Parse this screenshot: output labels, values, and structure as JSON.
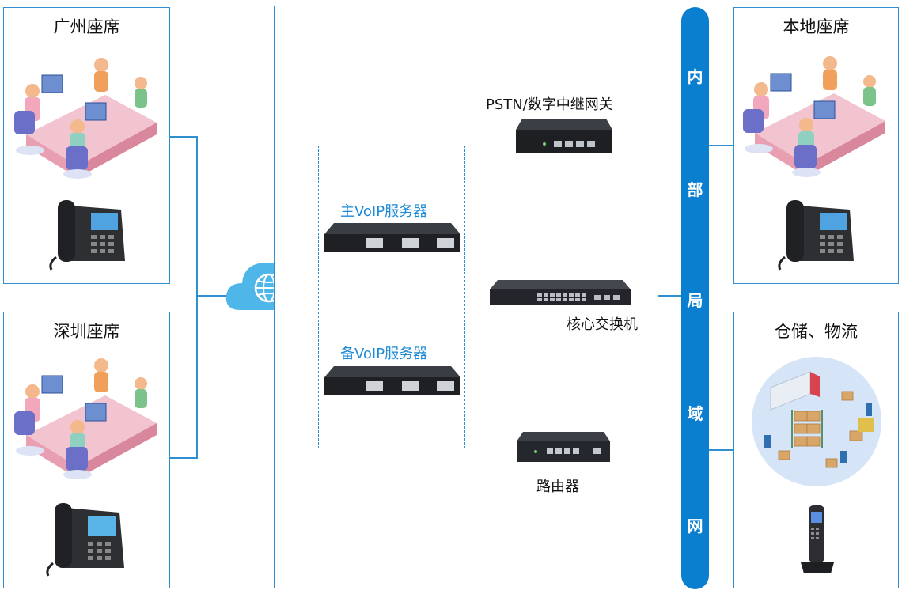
{
  "panels": {
    "guangzhou": "广州座席",
    "shenzhen": "深圳座席",
    "local": "本地座席",
    "logistics": "仓储、物流"
  },
  "devices": {
    "pstn_gateway": "PSTN/数字中继网关",
    "main_server": "主VoIP服务器",
    "backup_server": "备VoIP服务器",
    "core_switch": "核心交换机",
    "router": "路由器"
  },
  "lan": [
    "内",
    "部",
    "局",
    "域",
    "网"
  ],
  "colors": {
    "accent": "#1c8ad6",
    "line": "#2f8fd1",
    "lan_bar": "#0a7fcf",
    "cloud": "#4fb6ea"
  },
  "icons": [
    "office-seats-illustration",
    "ip-phone-icon",
    "cloud-globe-icon",
    "voip-server-icon",
    "gateway-icon",
    "switch-icon",
    "router-icon",
    "warehouse-illustration",
    "cordless-phone-icon"
  ]
}
